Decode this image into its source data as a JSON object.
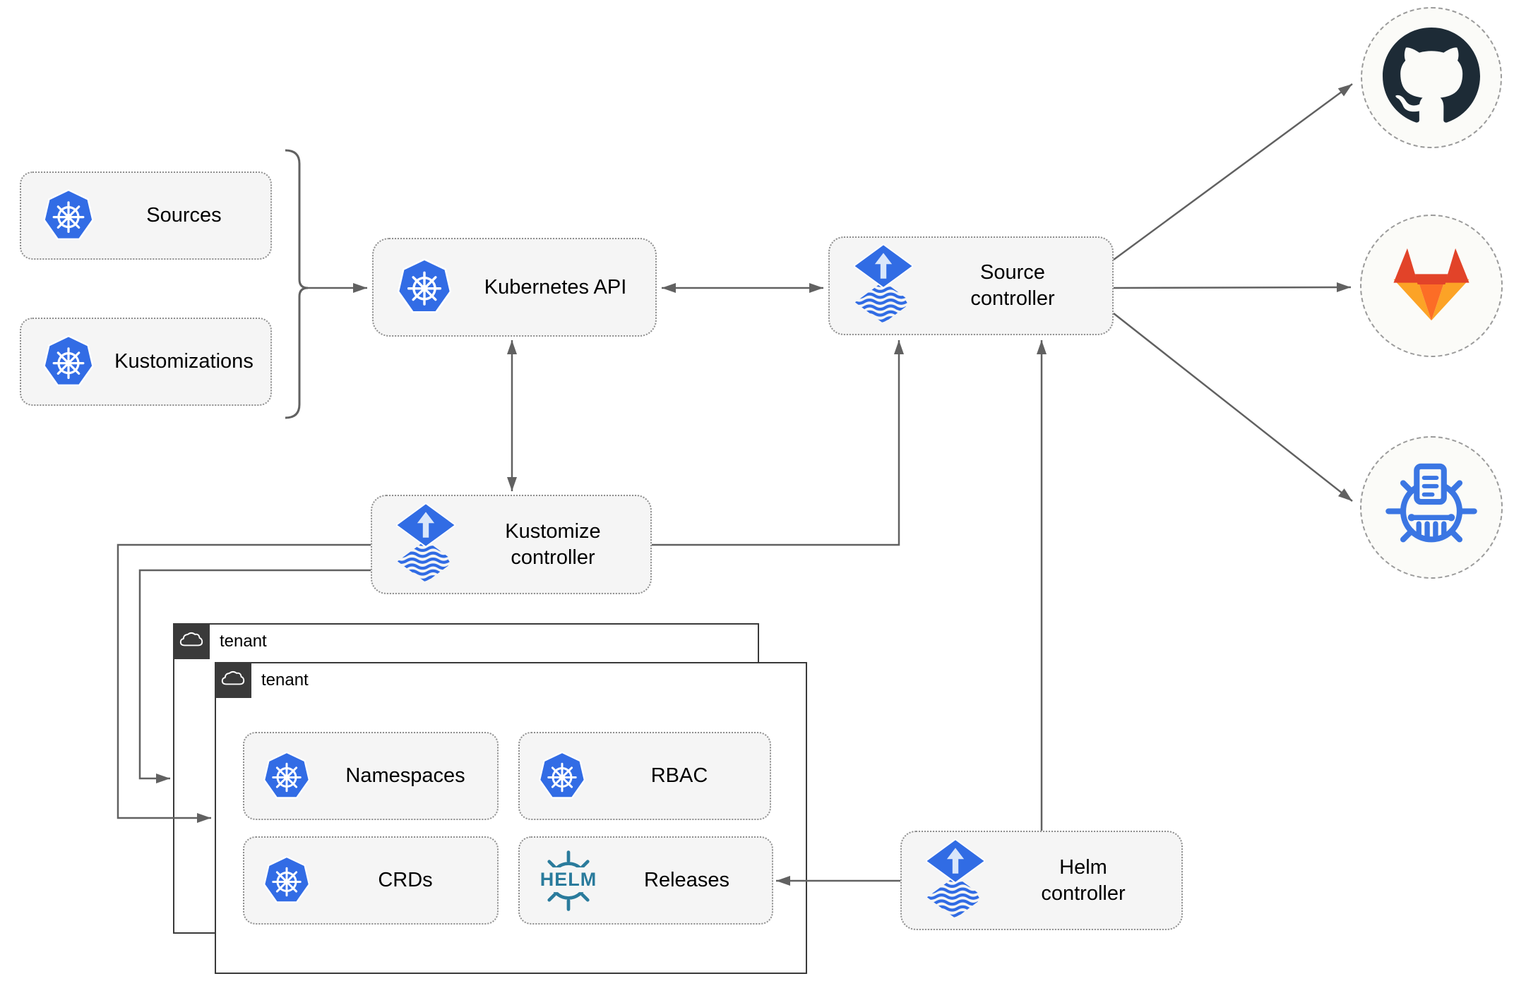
{
  "nodes": {
    "sources": {
      "label": "Sources"
    },
    "kustomizations": {
      "label": "Kustomizations"
    },
    "kubernetes_api": {
      "label": "Kubernetes API"
    },
    "source_controller": {
      "line1": "Source",
      "line2": "controller"
    },
    "kustomize_controller": {
      "line1": "Kustomize",
      "line2": "controller"
    },
    "helm_controller": {
      "line1": "Helm",
      "line2": "controller"
    },
    "namespaces": {
      "label": "Namespaces"
    },
    "rbac": {
      "label": "RBAC"
    },
    "crds": {
      "label": "CRDs"
    },
    "releases": {
      "label": "Releases"
    }
  },
  "tenants": {
    "back": {
      "label": "tenant"
    },
    "front": {
      "label": "tenant"
    }
  },
  "icons": {
    "kubernetes": "kubernetes-icon",
    "flux": "flux-icon",
    "helm_wordmark": "HELM",
    "cloud": "cloud-icon",
    "github": "github-icon",
    "gitlab": "gitlab-icon",
    "chartmuseum": "chartmuseum-icon"
  },
  "colors": {
    "kubernetes_blue": "#326ce5",
    "flux_blue": "#316ce4",
    "helm_teal": "#2a7b9c",
    "github_dark": "#1d2b36",
    "gitlab_red": "#e24329",
    "gitlab_orange": "#fc6d26",
    "gitlab_amber": "#fca326",
    "chartmuseum_blue": "#3b76e3",
    "connector_gray": "#616161",
    "node_fill": "#f5f5f5",
    "tenant_header_dark": "#3a3a3a"
  }
}
